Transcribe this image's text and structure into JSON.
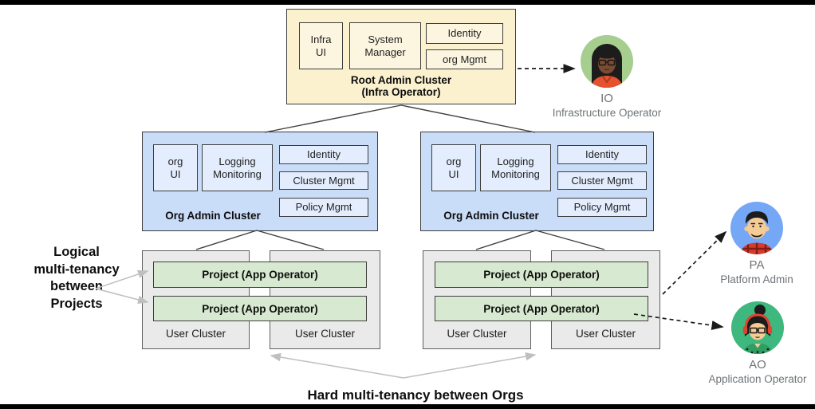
{
  "root_cluster": {
    "title": "Root Admin Cluster",
    "subtitle": "(Infra Operator)",
    "components": {
      "infra_ui": "Infra\nUI",
      "system_manager": "System\nManager",
      "identity": "Identity",
      "org_mgmt": "org Mgmt"
    }
  },
  "org_clusters": [
    {
      "title": "Org Admin Cluster",
      "components": {
        "org_ui": "org\nUI",
        "logging_monitoring": "Logging\nMonitoring",
        "identity": "Identity",
        "cluster_mgmt": "Cluster Mgmt",
        "policy_mgmt": "Policy Mgmt"
      }
    },
    {
      "title": "Org Admin Cluster",
      "components": {
        "org_ui": "org\nUI",
        "logging_monitoring": "Logging\nMonitoring",
        "identity": "Identity",
        "cluster_mgmt": "Cluster Mgmt",
        "policy_mgmt": "Policy Mgmt"
      }
    }
  ],
  "projects": [
    "Project (App Operator)",
    "Project (App Operator)",
    "Project (App Operator)",
    "Project  (App Operator)"
  ],
  "user_clusters": [
    "User Cluster",
    "User Cluster",
    "User Cluster",
    "User Cluster"
  ],
  "annotations": {
    "left_lines": [
      "Logical",
      "multi-tenancy",
      "between",
      "Projects"
    ],
    "bottom": "Hard multi-tenancy between Orgs"
  },
  "personas": {
    "io": {
      "initials": "IO",
      "role": "Infrastructure Operator",
      "icon": "woman-glasses-avatar-icon"
    },
    "pa": {
      "initials": "PA",
      "role": "Platform Admin",
      "icon": "man-mustache-avatar-icon"
    },
    "ao": {
      "initials": "AO",
      "role": "Application Operator",
      "icon": "woman-headphones-avatar-icon"
    }
  },
  "colors": {
    "root_cluster_bg": "#FBF1CF",
    "root_inner_bg": "#FCF6E1",
    "org_cluster_bg": "#C9DCF8",
    "org_inner_bg": "#E3EDFD",
    "user_cluster_bg": "#EAEAEA",
    "project_bg": "#D7E9D0",
    "io_circle": "#A6CE8E",
    "pa_circle": "#74A7F5",
    "ao_circle": "#3EB87E",
    "frame_bar": "#000000",
    "connector_dark": "#3F3F3F",
    "connector_gray": "#BFBFBF"
  }
}
